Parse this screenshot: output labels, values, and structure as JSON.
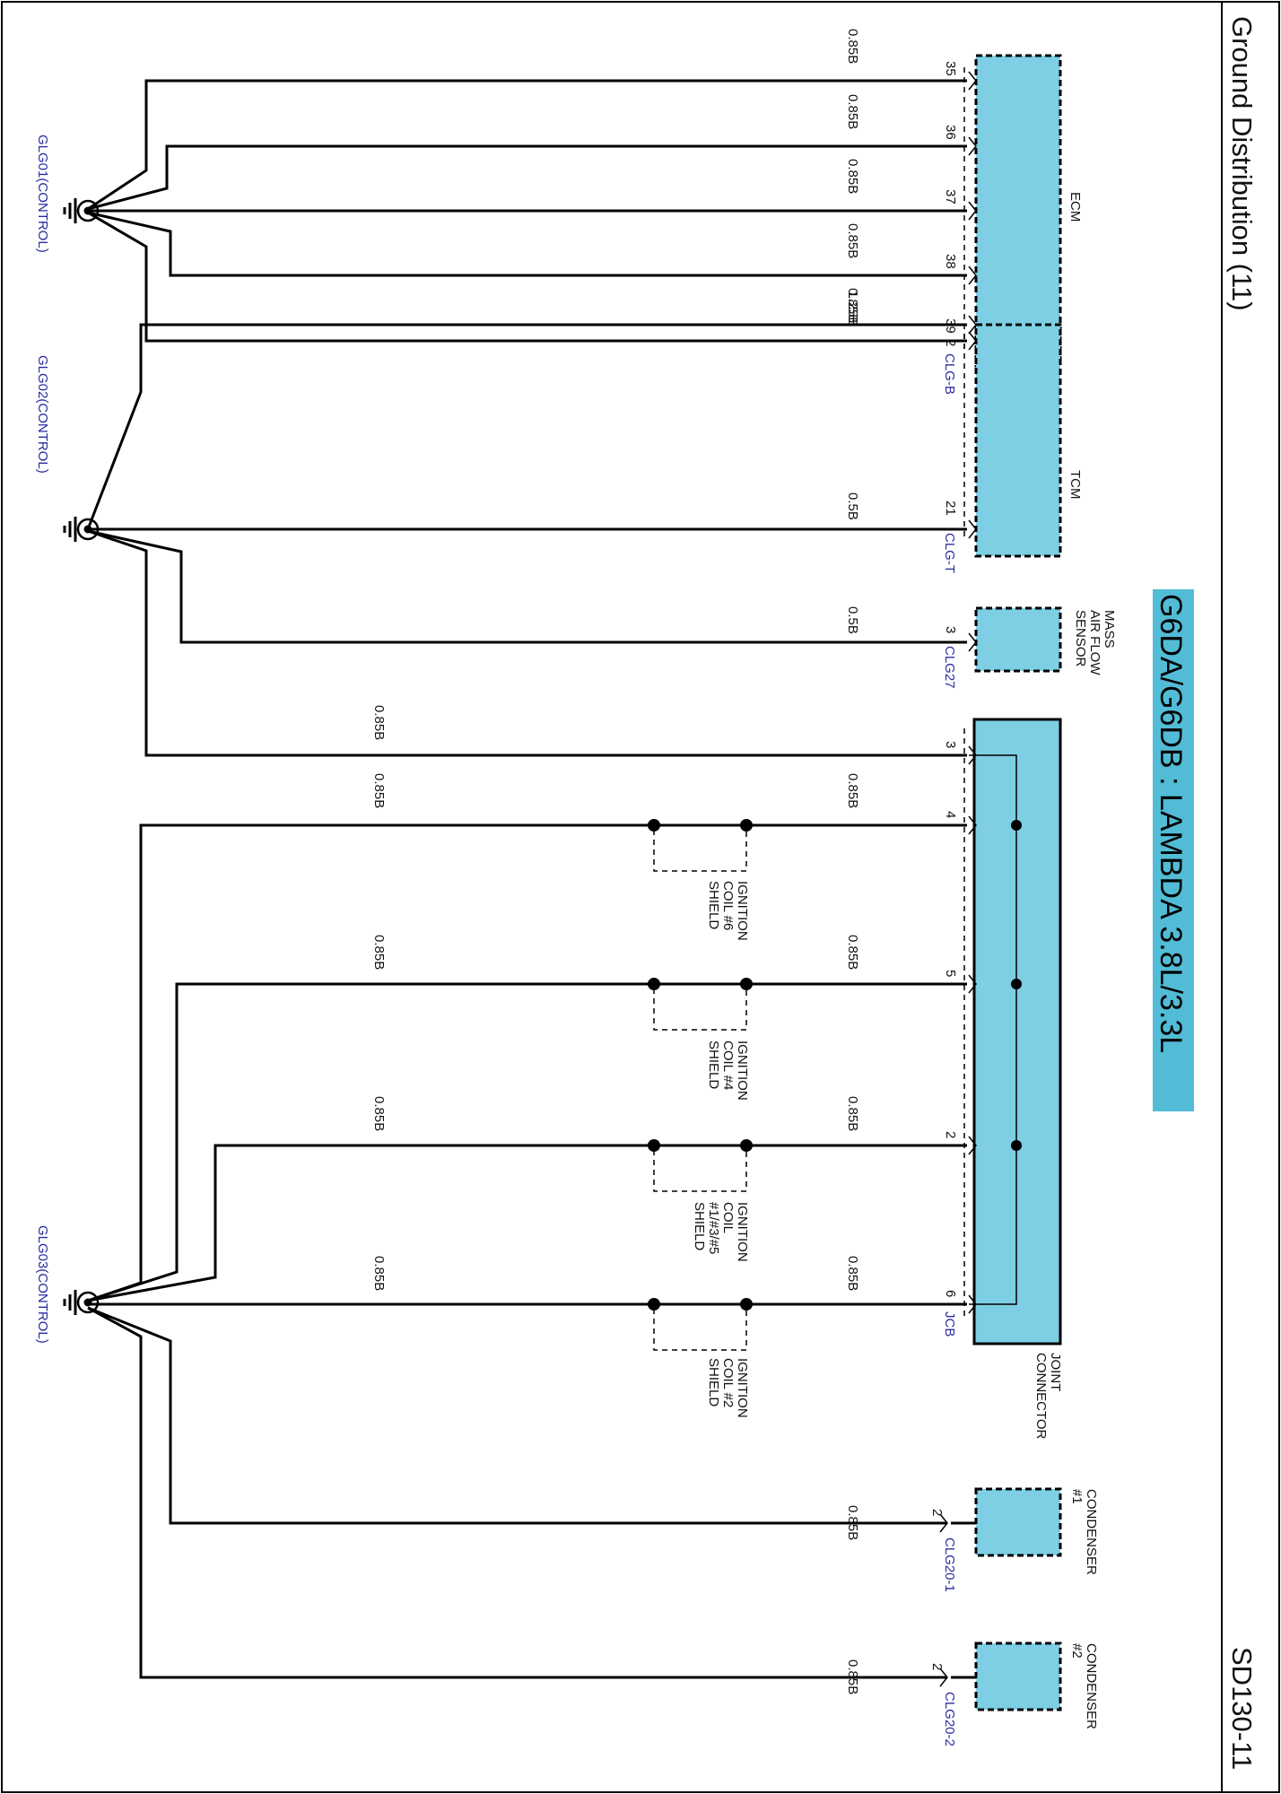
{
  "title": "Ground Distribution (11)",
  "page_code": "SD130-11",
  "banner": "G6DA/G6DB : LAMBDA 3.8L/3.3L",
  "colors": {
    "component_fill": "#7ecfe4",
    "banner_fill": "#52bcd6",
    "connector_label": "#2a2aa0"
  },
  "grounds": [
    {
      "id": "g1",
      "label": "GLG01(CONTROL)"
    },
    {
      "id": "g2",
      "label": "GLG02(CONTROL)"
    },
    {
      "id": "g3",
      "label": "GLG03(CONTROL)"
    }
  ],
  "components": [
    {
      "id": "ecm",
      "name": [
        "ECM"
      ],
      "connector": "CLG-B",
      "pins": [
        {
          "pin": "35",
          "wire": "0.85B"
        },
        {
          "pin": "36",
          "wire": "0.85B"
        },
        {
          "pin": "37",
          "wire": "0.85B"
        },
        {
          "pin": "38",
          "wire": "0.85B"
        },
        {
          "pin": "39",
          "wire": "0.85B"
        }
      ]
    },
    {
      "id": "tcm",
      "name": [
        "TCM"
      ],
      "connector": "CLG-T",
      "pins": [
        {
          "pin": "2",
          "wire": "1.25B"
        },
        {
          "pin": "21",
          "wire": "0.5B"
        }
      ]
    },
    {
      "id": "maf",
      "name": [
        "MASS",
        "AIR FLOW",
        "SENSOR"
      ],
      "connector": "CLG27",
      "pins": [
        {
          "pin": "3",
          "wire": "0.5B"
        }
      ]
    },
    {
      "id": "jc",
      "name": [
        "JOINT",
        "CONNECTOR"
      ],
      "connector": "JCB",
      "pins": [
        {
          "pin": "3",
          "wire": "0.85B",
          "outer_wire": "0.85B"
        },
        {
          "pin": "4",
          "wire": "0.85B",
          "outer_wire": "0.85B"
        },
        {
          "pin": "5",
          "wire": "0.85B",
          "outer_wire": "0.85B"
        },
        {
          "pin": "2",
          "wire": "0.85B",
          "outer_wire": "0.85B"
        },
        {
          "pin": "6",
          "wire": "0.85B",
          "outer_wire": "0.85B"
        }
      ]
    },
    {
      "id": "cond1",
      "name": [
        "CONDENSER",
        "#1"
      ],
      "connector": "CLG20-1",
      "pins": [
        {
          "pin": "2",
          "wire": "0.85B"
        }
      ]
    },
    {
      "id": "cond2",
      "name": [
        "CONDENSER",
        "#2"
      ],
      "connector": "CLG20-2",
      "pins": [
        {
          "pin": "2",
          "wire": "0.85B"
        }
      ]
    }
  ],
  "shields": [
    {
      "id": "s6",
      "label": [
        "IGNITION",
        "COIL #6",
        "SHIELD"
      ]
    },
    {
      "id": "s4",
      "label": [
        "IGNITION",
        "COIL #4",
        "SHIELD"
      ]
    },
    {
      "id": "s135",
      "label": [
        "IGNITION",
        "COIL",
        "#1/#3/#5",
        "SHIELD"
      ]
    },
    {
      "id": "s2",
      "label": [
        "IGNITION",
        "COIL #2",
        "SHIELD"
      ]
    }
  ]
}
